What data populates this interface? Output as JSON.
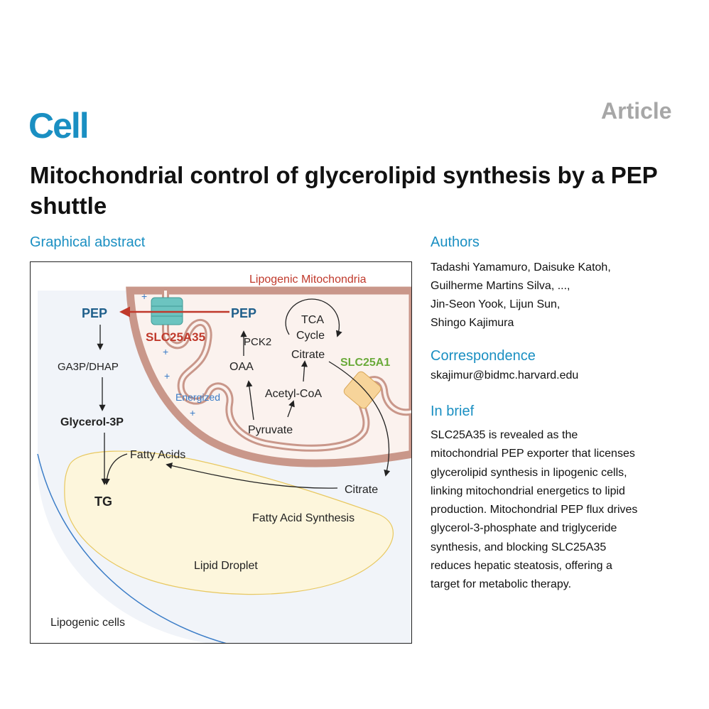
{
  "header": {
    "journal": "Cell",
    "article_type": "Article",
    "title": "Mitochondrial control of glycerolipid synthesis by a PEP shuttle"
  },
  "graphical_abstract": {
    "heading": "Graphical abstract",
    "labels": {
      "lipogenic_mitochondria": "Lipogenic Mitochondria",
      "pep_left": "PEP",
      "pep_right": "PEP",
      "slc25a35": "SLC25A35",
      "pck2": "PCK2",
      "tca_line1": "TCA",
      "tca_line2": "Cycle",
      "citrate_inner": "Citrate",
      "slc25a1": "SLC25A1",
      "ga3p_dhap": "GA3P/DHAP",
      "oaa": "OAA",
      "acetyl_coa": "Acetyl-CoA",
      "energized": "Energized",
      "plus": "+",
      "glycerol_3p": "Glycerol-3P",
      "pyruvate": "Pyruvate",
      "fatty_acids": "Fatty Acids",
      "citrate_outer": "Citrate",
      "tg": "TG",
      "fatty_acid_synthesis": "Fatty Acid Synthesis",
      "lipid_droplet": "Lipid Droplet",
      "lipogenic_cells": "Lipogenic cells"
    },
    "colors": {
      "mito_red": "#c0392b",
      "pep_blue": "#1f5f8b",
      "slc25a1_green": "#6aaa3a",
      "membrane": "#c9978a",
      "cell_bg": "#f1f4f9",
      "droplet": "#fdf6dc",
      "transporter": "#6cc4c0"
    }
  },
  "authors": {
    "heading": "Authors",
    "line1": "Tadashi Yamamuro, Daisuke Katoh,",
    "line2": "Guilherme Martins Silva, ...,",
    "line3": "Jin-Seon Yook, Lijun Sun,",
    "line4": "Shingo Kajimura"
  },
  "correspondence": {
    "heading": "Correspondence",
    "email": "skajimur@bidmc.harvard.edu"
  },
  "in_brief": {
    "heading": "In brief",
    "lines": [
      "SLC25A35 is revealed as the",
      "mitochondrial PEP exporter that licenses",
      "glycerolipid synthesis in lipogenic cells,",
      "linking mitochondrial energetics to lipid",
      "production. Mitochondrial PEP flux drives",
      "glycerol-3-phosphate and triglyceride",
      "synthesis, and blocking SLC25A35",
      "reduces hepatic steatosis, offering a",
      "target for metabolic therapy."
    ]
  }
}
